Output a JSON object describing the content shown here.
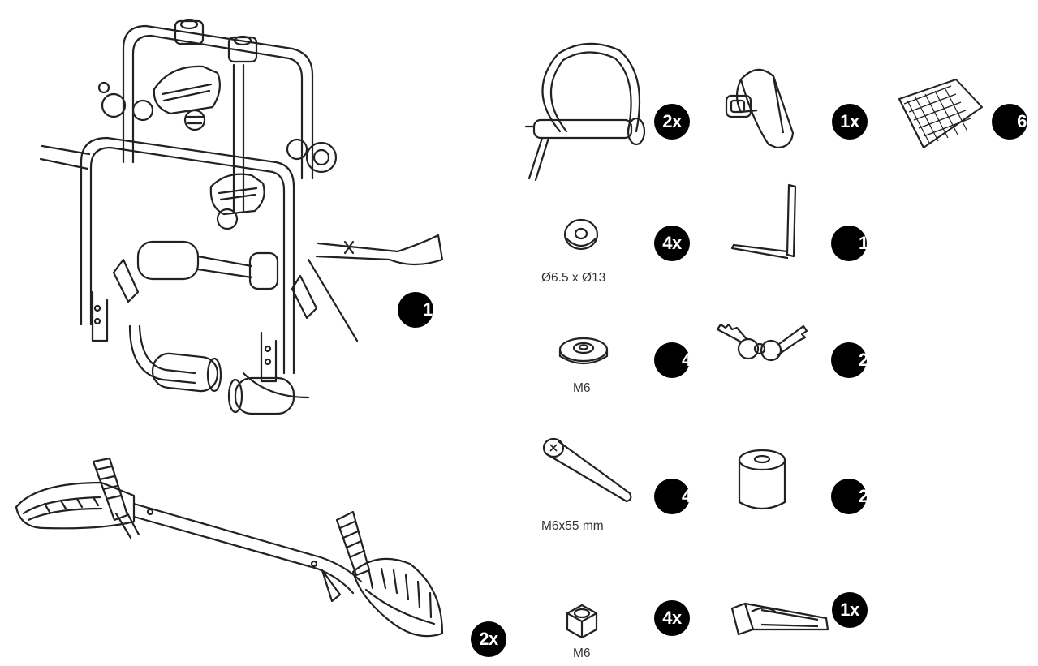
{
  "parts": {
    "rack": {
      "qty": "1"
    },
    "wheel_tray": {
      "qty": "2x"
    },
    "shackle_pin": {
      "qty": "2x"
    },
    "knob": {
      "qty": "1x"
    },
    "velcro": {
      "qty": "6"
    },
    "washer": {
      "qty": "4x",
      "caption": "Ø6.5 x Ø13"
    },
    "allen_key": {
      "qty": "1"
    },
    "cup_washer": {
      "qty": "4",
      "caption": "M6"
    },
    "keys": {
      "qty": "2"
    },
    "bolt": {
      "qty": "4",
      "caption": "M6x55 mm"
    },
    "spacer": {
      "qty": "2"
    },
    "nut": {
      "qty": "4x",
      "caption": "M6"
    },
    "strap": {
      "qty": "1x"
    }
  },
  "colors": {
    "ink": "#222222",
    "badge": "#000000",
    "badge_text": "#ffffff"
  },
  "icons": [
    "bike-rack-icon",
    "wheel-tray-icon",
    "shackle-pin-icon",
    "knob-icon",
    "velcro-pad-icon",
    "washer-icon",
    "allen-key-icon",
    "cup-washer-icon",
    "keys-icon",
    "bolt-icon",
    "spacer-tube-icon",
    "nut-icon",
    "strap-icon"
  ]
}
